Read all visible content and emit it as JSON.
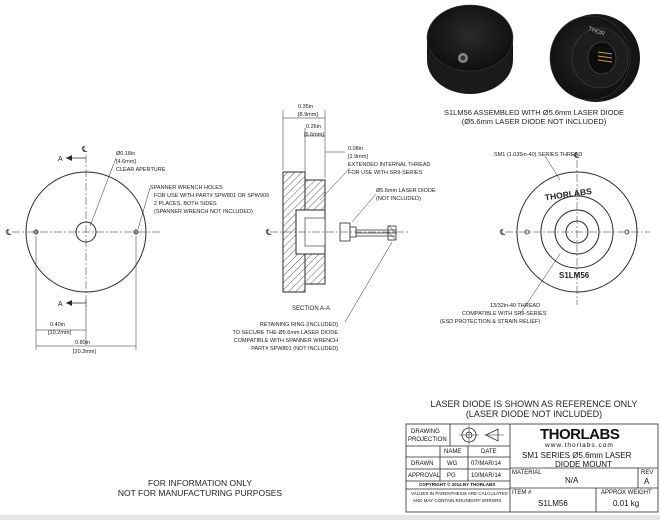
{
  "views": {
    "front_left": {
      "aperture_dim": "Ø0.18in",
      "aperture_dim_mm": "[4.6mm]",
      "aperture_label": "CLEAR APERTURE",
      "spanner_line1": "SPANNER WRENCH HOLES",
      "spanner_line2": "FOR USE WITH PART# SPW801 OR SPW909",
      "spanner_line3": "2 PLACES, BOTH SIDES",
      "spanner_line4": "(SPANNER WRENCH NOT INCLUDED)",
      "section_marker": "A",
      "centerline": "℄",
      "dim_040": "0.40in",
      "dim_040_mm": "[10.2mm]",
      "dim_080": "0.80in",
      "dim_080_mm": "[20.3mm]"
    },
    "section": {
      "dim_035": "0.35in",
      "dim_035_mm": "[8.9mm]",
      "dim_026": "0.26in",
      "dim_026_mm": "[6.6mm]",
      "dim_008": "0.08in",
      "dim_008_mm": "[1.9mm]",
      "thread_line1": "EXTENDED INTERNAL THREAD",
      "thread_line2": "FOR USE WITH SR9-SERIES",
      "diode_line1": "Ø5.6mm LASER DIODE",
      "diode_line2": "(NOT INCLUDED)",
      "section_label": "SECTION A-A",
      "ring_line1": "RETAINING RING (INCLUDED)",
      "ring_line2": "TO SECURE THE Ø5.6mm LASER DIODE",
      "ring_line3": "COMPATIBLE WITH SPANNER WRENCH",
      "ring_line4": "PART# SPW801 (NOT INCLUDED)"
    },
    "front_right": {
      "sm1_thread": "SM1 (1.035in-40) SERIES THREAD",
      "brand_engrave": "THORLABS",
      "part_engrave": "S1LM56",
      "thread2_line1": "13/32in-40 THREAD",
      "thread2_line2": "COMPATIBLE WITH SR9-SERIES",
      "thread2_line3": "(ESD PROTECTION & STRAIN RELIEF)"
    },
    "render": {
      "caption_line1": "S1LM56 ASSEMBLED WITH Ø5.6mm LASER DIODE",
      "caption_line2": "(Ø5.6mm LASER DIODE NOT INCLUDED)"
    }
  },
  "notes": {
    "reference_line1": "LASER DIODE IS SHOWN AS REFERENCE ONLY",
    "reference_line2": "(LASER DIODE NOT INCLUDED)",
    "info_line1": "FOR INFORMATION ONLY",
    "info_line2": "NOT FOR MANUFACTURING PURPOSES"
  },
  "title_block": {
    "projection_label1": "DRAWING",
    "projection_label2": "PROJECTION",
    "col_name": "NAME",
    "col_date": "DATE",
    "drawn_label": "DRAWN",
    "drawn_name": "WG",
    "drawn_date": "07/MAR/14",
    "approval_label": "APPROVAL",
    "approval_name": "PG",
    "approval_date": "10/MAR/14",
    "copyright": "COPYRIGHT © 2014 BY THORLABS",
    "values_note1": "VALUES IN PARENTHESIS ARE CALCULATED",
    "values_note2": "AND MAY CONTAIN ROUNDOFF ERRORS",
    "logo": "THORLABS",
    "website": "www.thorlabs.com",
    "title_line1": "SM1 SERIES Ø5.6mm LASER",
    "title_line2": "DIODE MOUNT",
    "material_label": "MATERIAL",
    "material_value": "N/A",
    "rev_label": "REV",
    "rev_value": "A",
    "item_label": "ITEM #",
    "item_value": "S1LM56",
    "weight_label": "APPROX WEIGHT",
    "weight_value": "0.01 kg"
  },
  "colors": {
    "line": "#2a2a2a",
    "hatch": "#333333",
    "render_body": "#1c1c1c",
    "render_edge": "#3a3a3a"
  }
}
